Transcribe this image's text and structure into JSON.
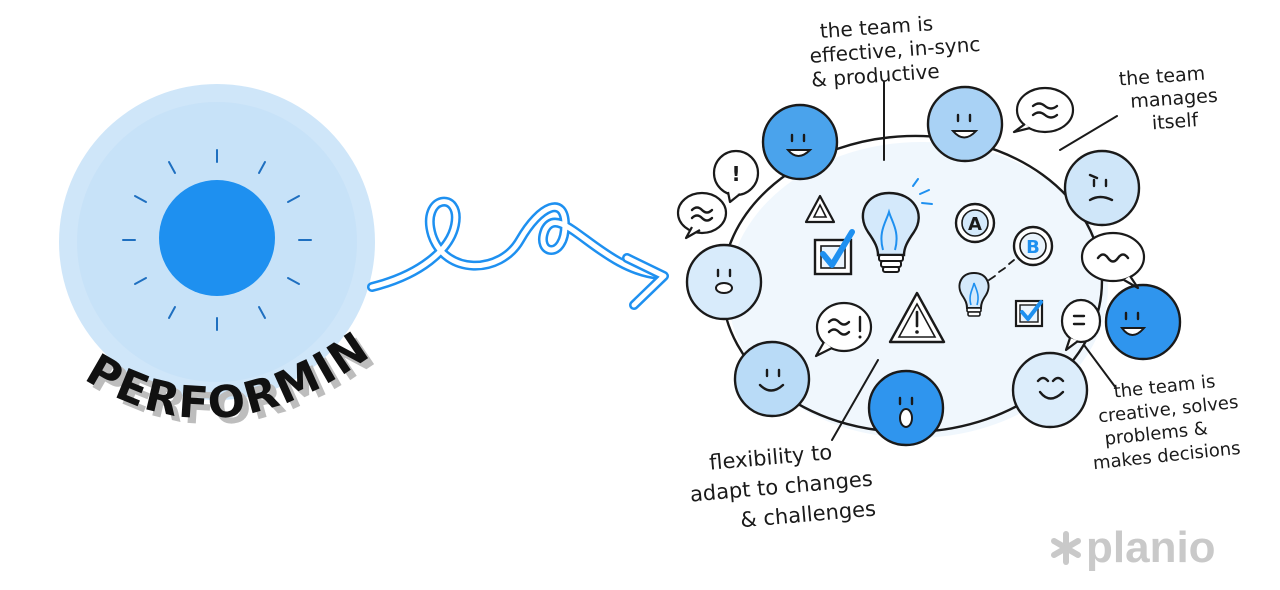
{
  "stage": {
    "title": "PERFORMING"
  },
  "annotations": {
    "team_effective": [
      "the team is",
      "effective, in-sync",
      "& productive"
    ],
    "team_manages": [
      "the team",
      "manages",
      "itself"
    ],
    "team_creative": [
      "the team is",
      "creative, solves",
      "problems &",
      "makes decisions"
    ],
    "flexibility": [
      "flexibility to",
      "adapt to changes",
      "& challenges"
    ]
  },
  "icons": {
    "letter_a": "A",
    "letter_b": "B",
    "exclamation": "!"
  },
  "brand": {
    "logo_text": "planio"
  },
  "colors": {
    "accent_blue": "#1e90f0",
    "light_blue": "#b8dcf8",
    "pale_blue": "#d9ecfb",
    "ink": "#1a1a1a",
    "logo_gray": "#c9c9c9"
  }
}
